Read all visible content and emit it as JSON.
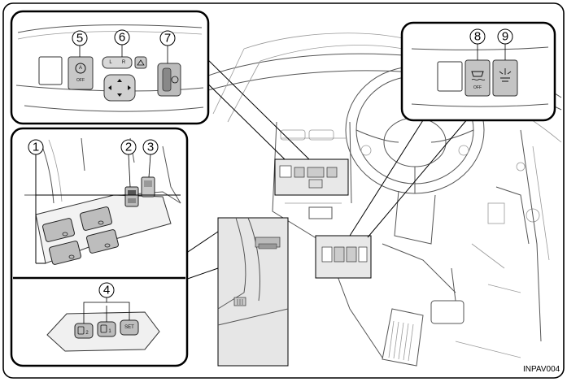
{
  "labels": {
    "n1": "1",
    "n2": "2",
    "n3": "3",
    "n4": "4",
    "n5": "5",
    "n6": "6",
    "n7": "7",
    "n8": "8",
    "n9": "9"
  },
  "buttons": {
    "auto_off": "OFF",
    "mirror_l": "L",
    "mirror_r": "R",
    "vsc_off": "OFF",
    "memory_1": "1",
    "memory_2": "2",
    "memory_set": "SET"
  },
  "image_code": "INPAV004"
}
